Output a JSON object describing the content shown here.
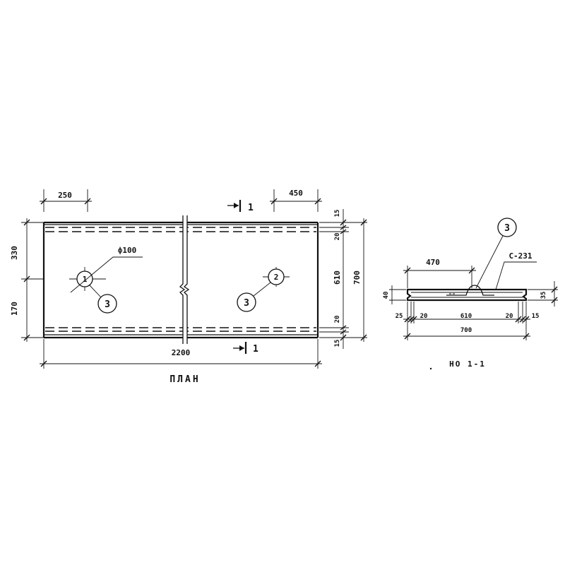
{
  "plan": {
    "title": "ПЛАН",
    "dim_left_top": "250",
    "dim_right_top": "450",
    "overall_length": "2200",
    "hole_diameter": "ф100",
    "section_mark_top": "1",
    "section_mark_bottom": "1",
    "left_dims": [
      "330",
      "170"
    ],
    "right_dims": [
      "15",
      "20",
      "610",
      "20",
      "15"
    ],
    "overall_width": "700",
    "hole_markers": [
      "1",
      "2"
    ],
    "callouts": [
      "3",
      "3"
    ]
  },
  "section": {
    "title": "НО 1-1",
    "callout": "3",
    "dim_470": "470",
    "mark": "С-231",
    "height_left": "40",
    "height_right": "35",
    "bottom_dims": [
      "25",
      "20",
      "610",
      "20",
      "15"
    ],
    "overall": "700"
  }
}
